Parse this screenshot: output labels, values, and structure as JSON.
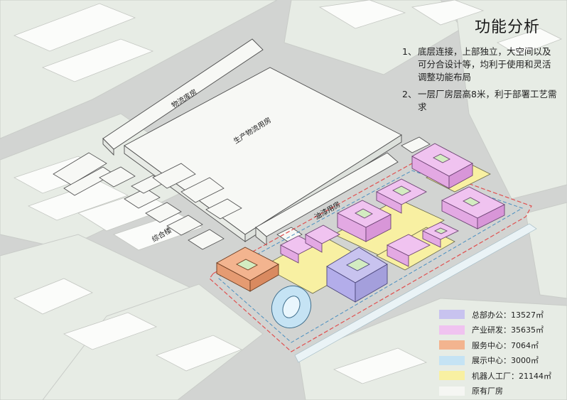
{
  "title": "功能分析",
  "notes": [
    {
      "num": "1、",
      "text": "底层连接，上部独立，大空间以及可分合设计等，均利于使用和灵活调整功能布局"
    },
    {
      "num": "2、",
      "text": "一层厂房层高8米，利于部署工艺需求"
    }
  ],
  "map_labels": {
    "logistics_warehouse": "物流库房",
    "production_logistics": "生产物流用房",
    "painting": "油漆用房",
    "complex": "综合楼"
  },
  "legend": [
    {
      "name": "总部办公",
      "value": "：13527㎡",
      "color": "#c8c3ef"
    },
    {
      "name": "产业研发",
      "value": "：35635㎡",
      "color": "#f0c3f0"
    },
    {
      "name": "服务中心",
      "value": "：7064㎡",
      "color": "#f3b48f"
    },
    {
      "name": "展示中心",
      "value": "：3000㎡",
      "color": "#c5e3f4"
    },
    {
      "name": "机器人工厂",
      "value": "：21144㎡",
      "color": "#f8f0a2"
    },
    {
      "name": "原有厂房",
      "value": "",
      "color": "#f5f6f3"
    }
  ],
  "colors": {
    "road": "#d2d4d2",
    "block": "#e7ece5",
    "building": "#f7f8f5",
    "green": "#d3ecc1",
    "outline": "#555555",
    "boundary_red": "#e05050",
    "boundary_blue": "#4a8fc0",
    "water": "#eaf3f6"
  }
}
